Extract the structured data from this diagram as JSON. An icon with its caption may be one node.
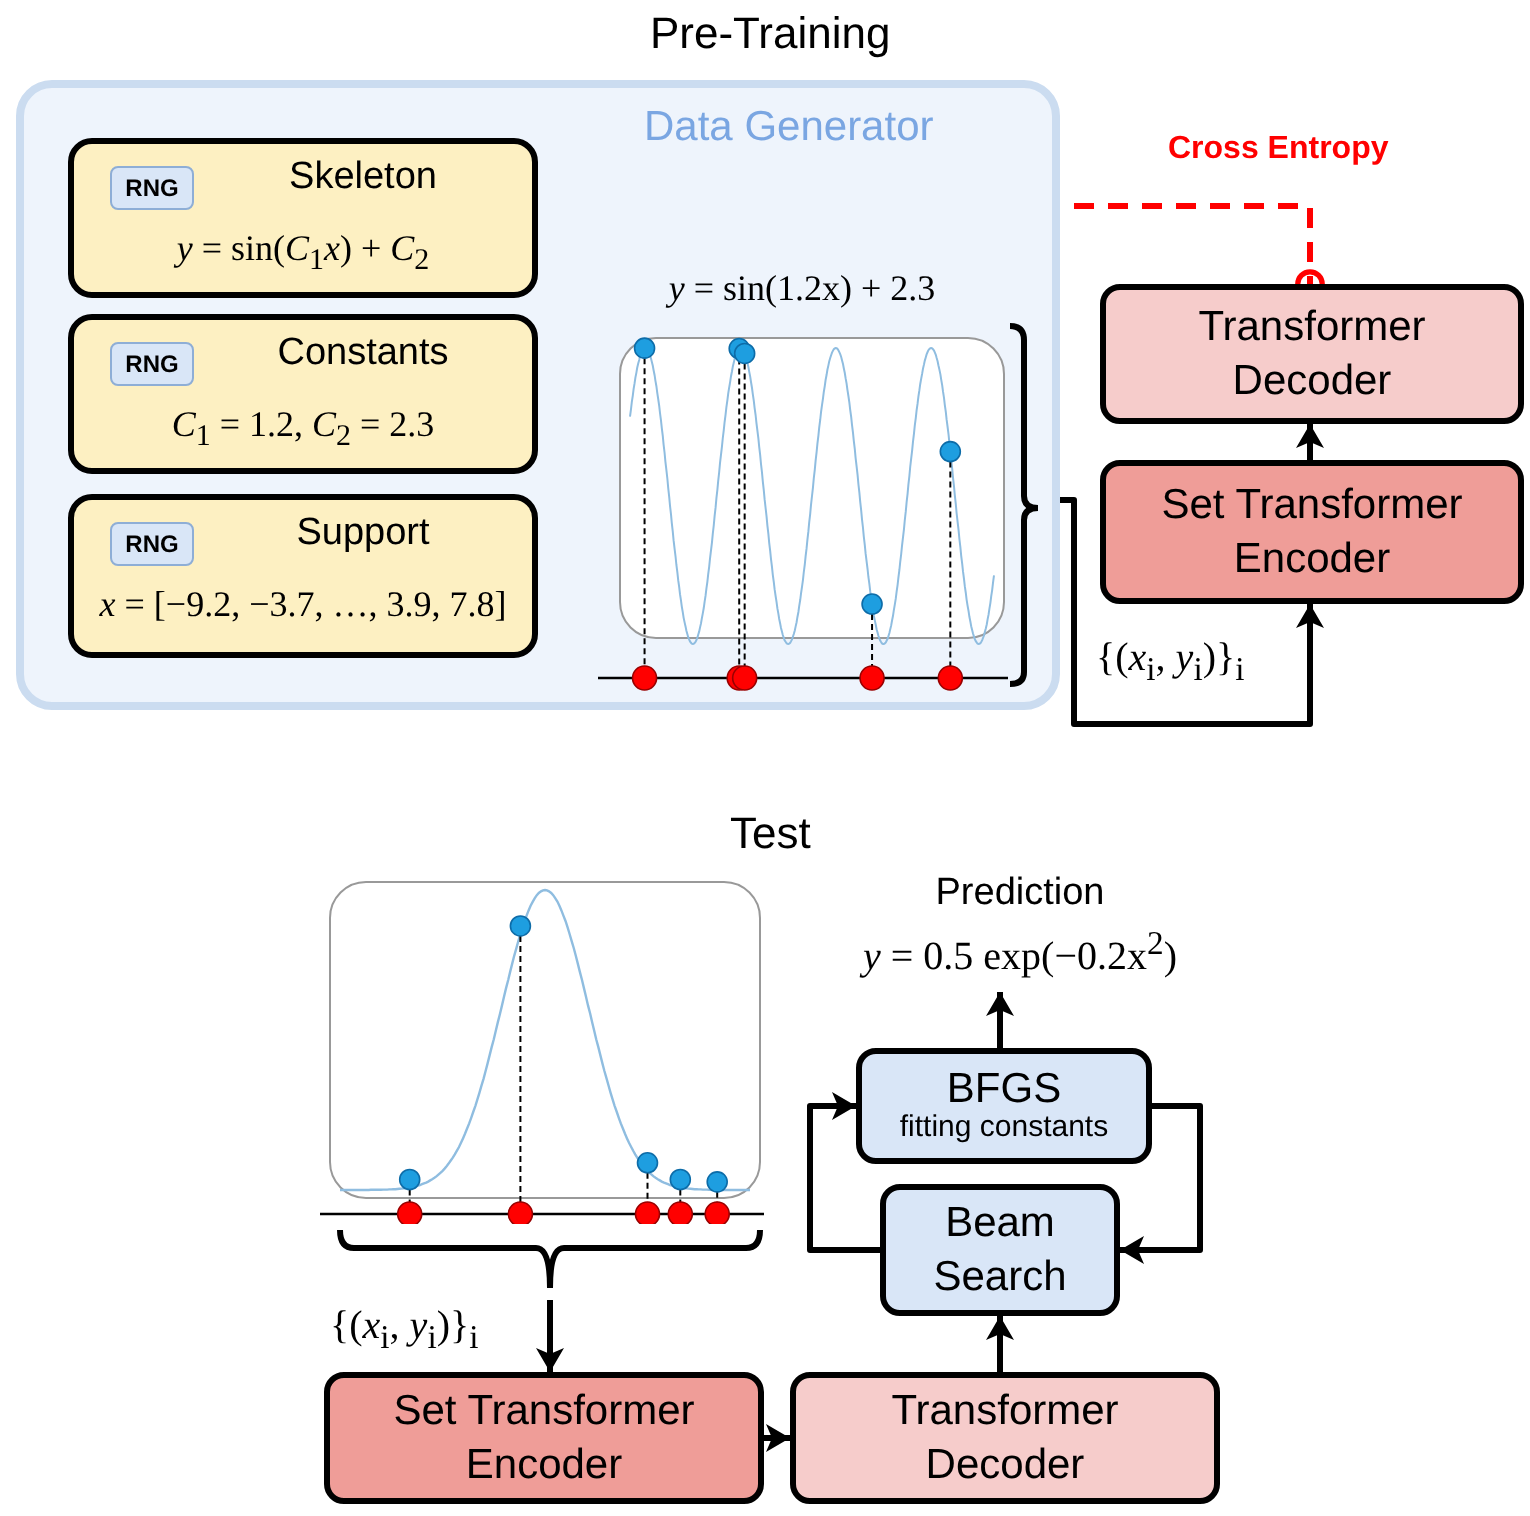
{
  "diagram": {
    "nodes": [
      {
        "text": [
          "Data Generator"
        ]
      },
      {
        "text": [
          "Skeleton",
          "*y* = sin(*C*$_{1}$*x*) + *C*$_{2}$"
        ],
        "in": 0
      },
      {
        "text": [
          "RNG"
        ],
        "in": 1
      },
      {
        "text": [
          "Constants",
          "*C*$_{1}$ = 1.2, *C*$_{2}$ = 2.3"
        ],
        "in": 0
      },
      {
        "text": [
          "RNG"
        ],
        "in": 3
      },
      {
        "text": [
          "Support",
          "*x* = [−9.2, −3.7, …, 3.9, 7.8]"
        ],
        "in": 0
      },
      {
        "text": [
          "RNG"
        ],
        "in": 5
      },
      {
        "text": [
          "*y* = sin(1.2x) + 2.3"
        ],
        "in": 0
      },
      {
        "text": [
          "Transformer Decoder"
        ]
      },
      {
        "text": [
          "Set Transformer Encoder"
        ]
      },
      {
        "text": [],
        "shape": "picture"
      },
      {
        "text": [
          "Set Transformer Encoder"
        ]
      },
      {
        "text": [
          "Transformer Decoder"
        ]
      },
      {
        "text": [
          "Beam Search"
        ]
      },
      {
        "text": [
          "BFGS",
          "fitting constants"
        ]
      },
      {
        "text": [
          "Prediction",
          "*y* = 0.5 exp(−0.2x$^{2}$)"
        ]
      }
    ],
    "edges": [
      {
        "from": 1,
        "to": 8,
        "arrow": "other",
        "label": "Cross Entropy",
        "style": "dashed",
        "color": "#ff0000"
      },
      {
        "from": 7,
        "to": 9,
        "arrow": "to",
        "label": "{(*x*$_{i}$, *y*$_{i}$)}$_{i}$"
      },
      {
        "from": 9,
        "to": 8,
        "arrow": "to"
      },
      {
        "from": 10,
        "to": 11,
        "arrow": "to",
        "label": "{(*x*$_{i}$, *y*$_{i}$)}$_{i}$"
      },
      {
        "from": 11,
        "to": 12,
        "arrow": "to"
      },
      {
        "from": 12,
        "to": 13,
        "arrow": "to"
      },
      {
        "from": 13,
        "to": 14,
        "arrow": "to"
      },
      {
        "from": 14,
        "to": 13,
        "arrow": "to"
      },
      {
        "from": 14,
        "to": 15,
        "arrow": "to"
      }
    ],
    "labels": [
      "Pre-Training",
      "Test"
    ]
  }
}
